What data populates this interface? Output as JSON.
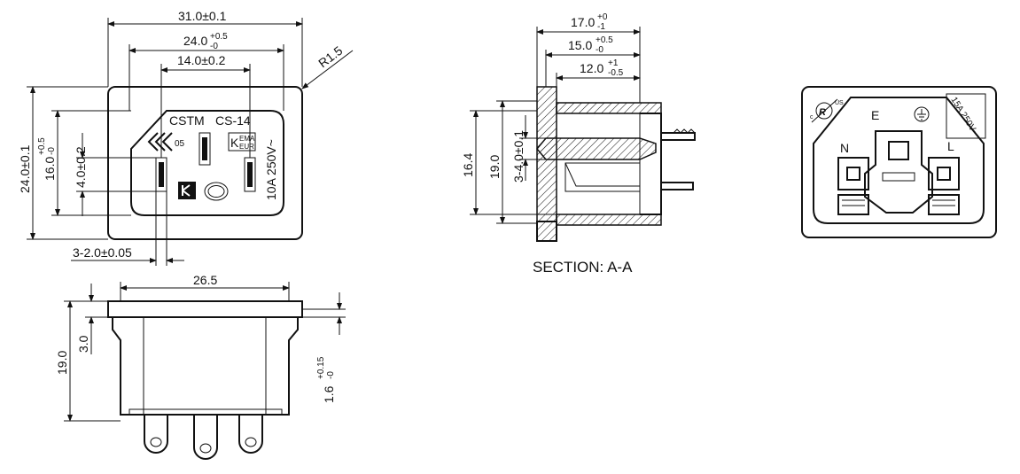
{
  "front": {
    "width_overall": {
      "base": "31.0±0.1"
    },
    "width_inner": {
      "base": "24.0",
      "sup": "+0.5",
      "sub": "-0"
    },
    "width_pins": {
      "base": "14.0±0.2"
    },
    "radius": "R1.5",
    "height_overall": "24.0±0.1",
    "height_inner": {
      "base": "16.0",
      "sup": "+0.5",
      "sub": "-0"
    },
    "height_pins": "4.0±0.2",
    "slot_width": "3-2.0±0.05",
    "labels": {
      "cstm": "CSTM",
      "cs14": "CS-14",
      "num05": "05",
      "kema_k": "K",
      "kema": "EMA",
      "eur": "EUR",
      "rating": "10A 250V~"
    }
  },
  "bottom": {
    "width": "26.5",
    "height_total": "19.0",
    "height_flange": "3.0",
    "thickness": {
      "base": "1.6",
      "sup": "+0.15",
      "sub": "-0"
    }
  },
  "section": {
    "caption": "SECTION: A-A",
    "depth_17": {
      "base": "17.0",
      "sup": "+0",
      "sub": "-1"
    },
    "depth_15": {
      "base": "15.0",
      "sup": "+0.5",
      "sub": "-0"
    },
    "depth_12": {
      "base": "12.0",
      "sup": "+1",
      "sub": "-0.5"
    },
    "h_164": "16.4",
    "h_190": "19.0",
    "slot": "3-4.0±0.1"
  },
  "rear": {
    "rating": "15A 250V~",
    "ul_us": "US",
    "ul_c": "c",
    "n": "N",
    "e": "E",
    "l": "L"
  }
}
